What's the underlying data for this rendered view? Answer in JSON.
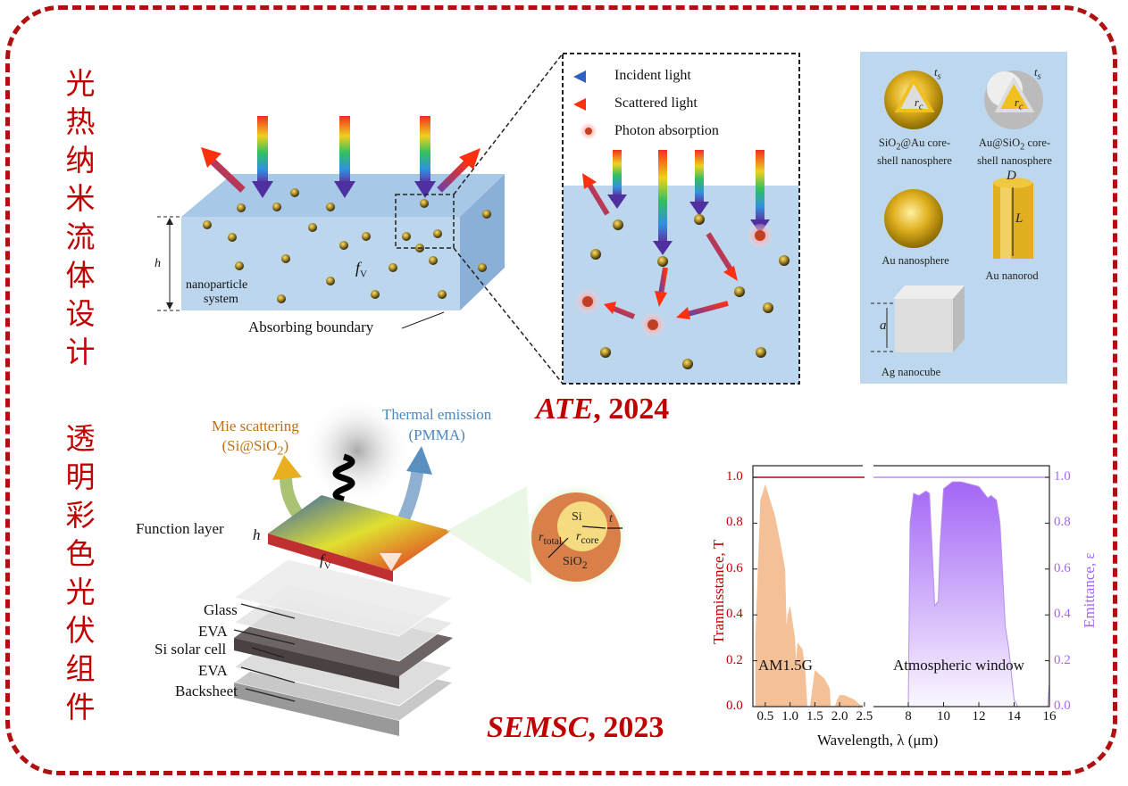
{
  "left_titles": {
    "top": "光热纳米流体设计",
    "bottom": "透明彩色光伏组件"
  },
  "refs": {
    "ate": {
      "name": "ATE",
      "year": ", 2024"
    },
    "semsc": {
      "name": "SEMSC",
      "year": ", 2023"
    }
  },
  "nanofluid": {
    "h": "h",
    "system_label_1": "nanoparticle",
    "system_label_2": "system",
    "fv": "f",
    "fv_sub": "V",
    "boundary": "Absorbing boundary"
  },
  "legend": {
    "incident": "Incident light",
    "scattered": "Scattered light",
    "absorption": "Photon absorption"
  },
  "particles": {
    "sio2au": [
      "SiO",
      "2",
      "@Au core-",
      "shell nanosphere"
    ],
    "ausio2": [
      "Au@SiO",
      "2",
      " core-",
      "shell nanosphere"
    ],
    "ts": "t",
    "ts_sub": "s",
    "rc": "r",
    "rc_sub": "c",
    "au_sphere": "Au nanosphere",
    "au_rod": "Au nanorod",
    "rod_D": "D",
    "rod_L": "L",
    "ag_cube": "Ag nanocube",
    "cube_a": "a"
  },
  "pv": {
    "mie": "Mie scattering",
    "mie_sub": [
      "(Si@SiO",
      "2",
      ")"
    ],
    "thermal": "Thermal emission",
    "thermal_sub": "(PMMA)",
    "function_layer": "Function layer",
    "h": "h",
    "fv": "f",
    "fv_sub": "V",
    "layers": [
      "Glass",
      "EVA",
      "Si solar cell",
      "EVA",
      "Backsheet"
    ],
    "shell": {
      "si": "Si",
      "sio2": "SiO",
      "sio2_sub": "2",
      "r_total": "r",
      "r_total_sub": "total",
      "r_core": "r",
      "r_core_sub": "core",
      "t": "t"
    }
  },
  "colors": {
    "accent": "#c00000",
    "panel": "#bdd7ee",
    "solar": "#f4c097",
    "emit": "#a366f5"
  },
  "chart_data": {
    "type": "area",
    "xlabel": "Wavelength, λ (μm)",
    "ylabel_left": "Tranmisstance, T",
    "ylabel_right": "Emittance, ε",
    "yticks": [
      "0.0",
      "0.2",
      "0.4",
      "0.6",
      "0.8",
      "1.0"
    ],
    "xticks_left": [
      "0.5",
      "1.0",
      "1.5",
      "2.0",
      "2.5"
    ],
    "xticks_right": [
      "8",
      "10",
      "12",
      "14",
      "16"
    ],
    "ylim": [
      0,
      1.05
    ],
    "annotations": [
      "AM1.5G",
      "Atmospheric window"
    ],
    "transmittance_line": 1.0,
    "am15g": {
      "x": [
        0.3,
        0.4,
        0.5,
        0.6,
        0.7,
        0.8,
        0.9,
        0.93,
        0.95,
        1.0,
        1.1,
        1.12,
        1.15,
        1.25,
        1.3,
        1.35,
        1.4,
        1.45,
        1.5,
        1.6,
        1.7,
        1.8,
        1.82,
        1.9,
        1.95,
        2.0,
        2.1,
        2.2,
        2.3,
        2.4,
        2.5
      ],
      "y": [
        0.3,
        0.9,
        0.97,
        0.9,
        0.83,
        0.72,
        0.6,
        0.35,
        0.4,
        0.44,
        0.3,
        0.2,
        0.28,
        0.25,
        0.18,
        0.0,
        0.0,
        0.08,
        0.16,
        0.14,
        0.12,
        0.08,
        0.0,
        0.0,
        0.03,
        0.05,
        0.05,
        0.04,
        0.03,
        0.01,
        0.0
      ]
    },
    "emittance": {
      "x": [
        8.0,
        8.1,
        8.3,
        8.6,
        9.0,
        9.2,
        9.4,
        9.5,
        9.7,
        9.8,
        10.0,
        10.5,
        11,
        11.5,
        12,
        12.5,
        12.7,
        13,
        13.2,
        13.5,
        13.7,
        14.0,
        14.2,
        14.5,
        15,
        15.9,
        16
      ],
      "y": [
        0.0,
        0.8,
        0.93,
        0.92,
        0.94,
        0.93,
        0.6,
        0.44,
        0.46,
        0.7,
        0.95,
        0.98,
        0.98,
        0.97,
        0.96,
        0.91,
        0.92,
        0.9,
        0.8,
        0.35,
        0.25,
        0.03,
        0.0,
        0.0,
        0.0,
        0.0,
        0.1
      ]
    }
  }
}
